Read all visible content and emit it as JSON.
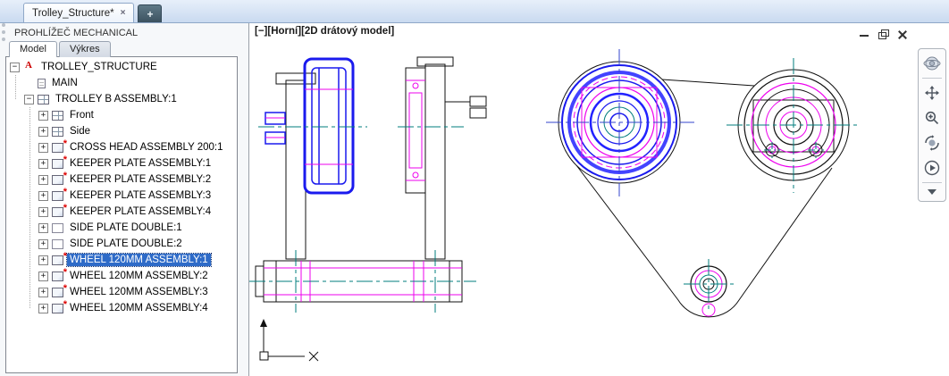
{
  "file_tab_bar": {
    "tabs": [
      {
        "label": "Trolley_Structure*",
        "active": true
      }
    ],
    "close_glyph": "×",
    "new_tab_glyph": "+"
  },
  "browser_panel": {
    "title": "PROHLÍŽEČ MECHANICAL",
    "tabs": [
      {
        "label": "Model",
        "active": true
      },
      {
        "label": "Výkres",
        "active": false
      }
    ],
    "tree": {
      "items": [
        {
          "label": "TROLLEY_STRUCTURE",
          "level": 0,
          "expander": "minus",
          "icon": "root",
          "selected": false
        },
        {
          "label": "MAIN",
          "level": 1,
          "expander": "none",
          "icon": "sheet",
          "selected": false
        },
        {
          "label": "TROLLEY B ASSEMBLY:1",
          "level": 1,
          "expander": "minus",
          "icon": "table",
          "selected": false
        },
        {
          "label": "Front",
          "level": 2,
          "expander": "plus",
          "icon": "grid",
          "selected": false
        },
        {
          "label": "Side",
          "level": 2,
          "expander": "plus",
          "icon": "grid",
          "selected": false
        },
        {
          "label": "CROSS HEAD ASSEMBLY 200:1",
          "level": 2,
          "expander": "plus",
          "icon": "asm",
          "selected": false
        },
        {
          "label": "KEEPER PLATE ASSEMBLY:1",
          "level": 2,
          "expander": "plus",
          "icon": "asm",
          "selected": false
        },
        {
          "label": "KEEPER PLATE ASSEMBLY:2",
          "level": 2,
          "expander": "plus",
          "icon": "asm",
          "selected": false
        },
        {
          "label": "KEEPER PLATE ASSEMBLY:3",
          "level": 2,
          "expander": "plus",
          "icon": "asm",
          "selected": false
        },
        {
          "label": "KEEPER PLATE ASSEMBLY:4",
          "level": 2,
          "expander": "plus",
          "icon": "asm",
          "selected": false
        },
        {
          "label": "SIDE PLATE DOUBLE:1",
          "level": 2,
          "expander": "plus",
          "icon": "plate",
          "selected": false
        },
        {
          "label": "SIDE PLATE DOUBLE:2",
          "level": 2,
          "expander": "plus",
          "icon": "plate",
          "selected": false
        },
        {
          "label": "WHEEL 120MM ASSEMBLY:1",
          "level": 2,
          "expander": "plus",
          "icon": "asm",
          "selected": true
        },
        {
          "label": "WHEEL 120MM ASSEMBLY:2",
          "level": 2,
          "expander": "plus",
          "icon": "asm",
          "selected": false
        },
        {
          "label": "WHEEL 120MM ASSEMBLY:3",
          "level": 2,
          "expander": "plus",
          "icon": "asm",
          "selected": false
        },
        {
          "label": "WHEEL 120MM ASSEMBLY:4",
          "level": 2,
          "expander": "plus",
          "icon": "asm",
          "selected": false
        }
      ]
    }
  },
  "viewport": {
    "label_segments": [
      "[−]",
      "[Horní]",
      "[2D drátový model]"
    ]
  },
  "navbar": {
    "items": [
      "full-navigation-wheel",
      "pan",
      "zoom",
      "orbit",
      "showmotion",
      "menu"
    ]
  },
  "colors": {
    "selected_geometry": "#2222ff",
    "magenta": "#ee00ee",
    "centerline": "#007d7d",
    "selection_bg": "#2e6bc8"
  }
}
